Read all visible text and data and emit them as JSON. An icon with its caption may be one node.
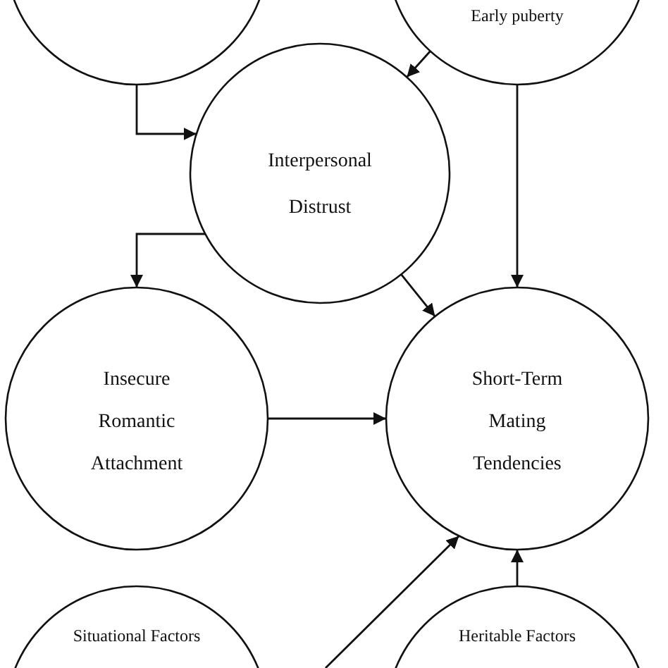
{
  "diagram": {
    "nodes": [
      {
        "text": [],
        "shape": "circle"
      },
      {
        "text": [
          "Early puberty"
        ]
      },
      {
        "text": [
          "Interpersonal Distrust"
        ]
      },
      {
        "text": [
          "Insecure Romantic Attachment"
        ]
      },
      {
        "text": [
          "Short-Term Mating Tendencies"
        ]
      },
      {
        "text": [
          "Situational Factors"
        ]
      },
      {
        "text": [
          "Heritable Factors"
        ]
      }
    ],
    "edges": [
      {
        "from": 0,
        "to": 2,
        "arrow": "to"
      },
      {
        "from": 1,
        "to": 2,
        "arrow": "to"
      },
      {
        "from": 1,
        "to": 4,
        "arrow": "to"
      },
      {
        "from": 2,
        "to": 3,
        "arrow": "to"
      },
      {
        "from": 2,
        "to": 4,
        "arrow": "to"
      },
      {
        "from": 3,
        "to": 4,
        "arrow": "to"
      },
      {
        "from": null,
        "to": 4,
        "arrow": "to"
      },
      {
        "from": 6,
        "to": 4,
        "arrow": "to"
      }
    ]
  }
}
